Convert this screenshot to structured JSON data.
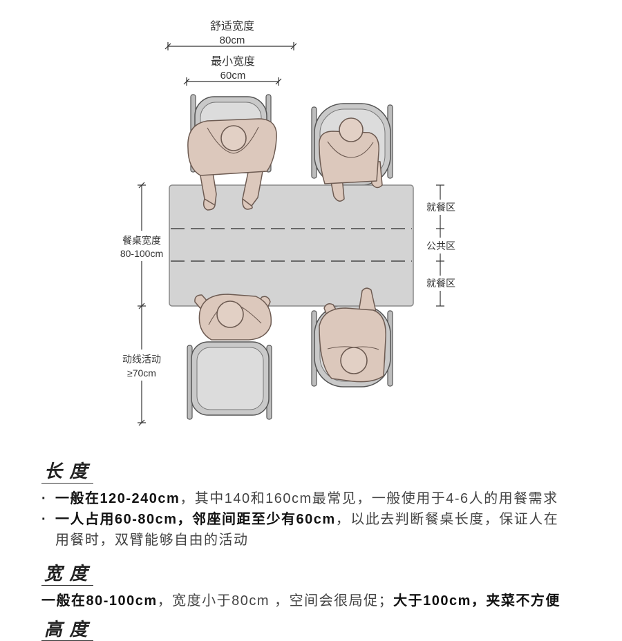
{
  "colors": {
    "ink": "#333333",
    "table": "#d3d3d3",
    "chair": "#c9c9c9",
    "skin": "#dcc8bc",
    "skin_line": "#6d5b52"
  },
  "diagram": {
    "comfort_width": {
      "label": "舒适宽度",
      "value": "80cm"
    },
    "min_width": {
      "label": "最小宽度",
      "value": "60cm"
    },
    "table_width": {
      "label": "餐桌宽度",
      "value": "80-100cm"
    },
    "circulation": {
      "label": "动线活动",
      "value": "≥70cm"
    },
    "zones": [
      "就餐区",
      "公共区",
      "就餐区"
    ]
  },
  "length": {
    "heading": "长 度",
    "bullets": [
      {
        "marker": "·",
        "bold": "一般在120-240cm",
        "text": "，其中140和160cm最常见，一般使用于4-6人的用餐需求"
      },
      {
        "marker": "·",
        "bold": "一人占用60-80cm，邻座间距至少有60cm",
        "text": "，以此去判断餐桌长度，保证人在",
        "continuation": "用餐时，双臂能够自由的活动"
      }
    ]
  },
  "width": {
    "heading": "宽 度",
    "bold": "一般在80-100cm",
    "text": "，宽度小于80cm ，空间会很局促；",
    "bold_end": "大于100cm，夹菜不方便"
  },
  "height": {
    "heading": "高 度"
  }
}
